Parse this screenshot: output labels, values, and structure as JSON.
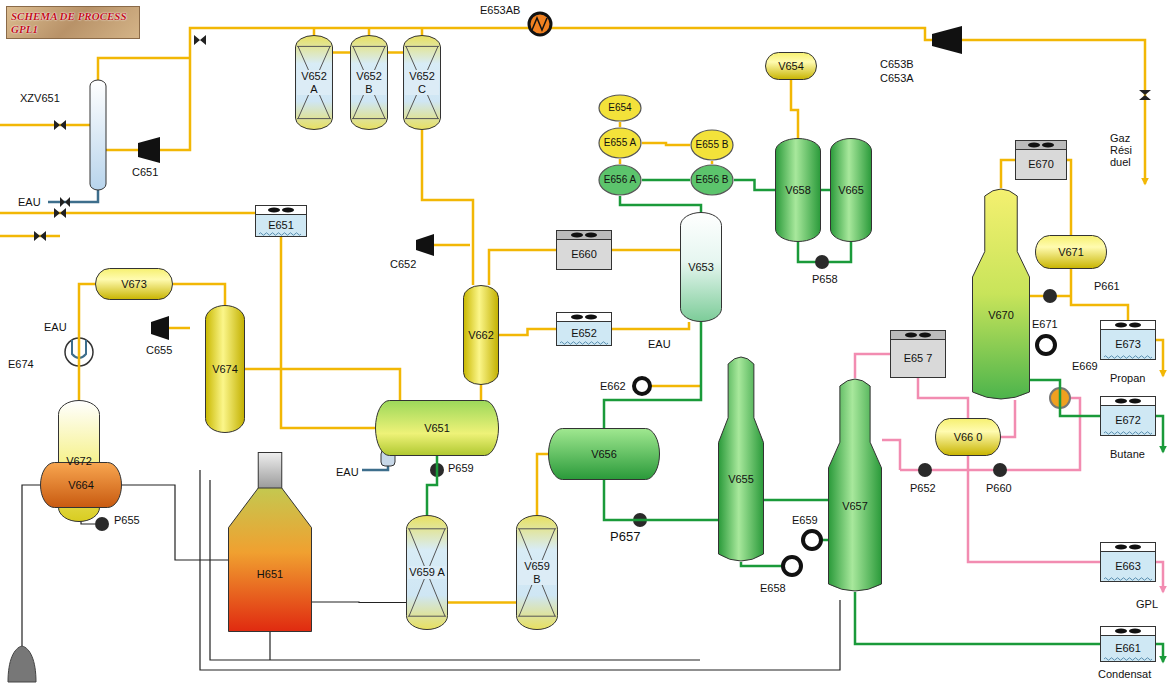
{
  "diagram": {
    "title": "SCHEMA DE PROCESS GPL1",
    "nodes": [
      {
        "text": [
          "V652 A"
        ]
      },
      {
        "text": [
          "V652 B"
        ]
      },
      {
        "text": [
          "V652 C"
        ]
      },
      {
        "text": [
          "E651"
        ]
      },
      {
        "text": [
          "V673"
        ]
      },
      {
        "text": [
          "V674"
        ]
      },
      {
        "text": [
          "V672"
        ]
      },
      {
        "text": [
          "V664"
        ]
      },
      {
        "text": [
          "H651"
        ]
      },
      {
        "text": [
          "V651"
        ]
      },
      {
        "text": [
          "V659 A"
        ]
      },
      {
        "text": [
          "V659 B"
        ]
      },
      {
        "text": [
          "V662"
        ]
      },
      {
        "text": [
          "E660"
        ]
      },
      {
        "text": [
          "E652"
        ]
      },
      {
        "text": [
          "V653"
        ]
      },
      {
        "text": [
          "E654"
        ]
      },
      {
        "text": [
          "E655 A"
        ]
      },
      {
        "text": [
          "E655 B"
        ]
      },
      {
        "text": [
          "E656 A"
        ]
      },
      {
        "text": [
          "E656 B"
        ]
      },
      {
        "text": [
          "V654"
        ]
      },
      {
        "text": [
          "V658"
        ]
      },
      {
        "text": [
          "V665"
        ]
      },
      {
        "text": [
          "V656"
        ]
      },
      {
        "text": [
          "V655"
        ]
      },
      {
        "text": [
          "E65 7"
        ]
      },
      {
        "text": [
          "V657"
        ]
      },
      {
        "text": [
          "V66 0"
        ]
      },
      {
        "text": [
          "E670"
        ]
      },
      {
        "text": [
          "V670"
        ]
      },
      {
        "text": [
          "V671"
        ]
      },
      {
        "text": [
          "E673"
        ]
      },
      {
        "text": [
          "E672"
        ]
      },
      {
        "text": [
          "E663"
        ]
      },
      {
        "text": [
          "E661"
        ]
      }
    ],
    "edges": [
      {
        "from": 0,
        "to": 1,
        "arrow": "none"
      },
      {
        "from": 1,
        "to": 2,
        "arrow": "none"
      },
      {
        "from": 2,
        "to": 12,
        "arrow": "none"
      },
      {
        "from": 3,
        "to": 9,
        "arrow": "none"
      },
      {
        "from": 4,
        "to": 5,
        "arrow": "none"
      },
      {
        "from": 6,
        "to": 4,
        "arrow": "none"
      },
      {
        "from": 5,
        "to": 9,
        "arrow": "none"
      },
      {
        "from": 12,
        "to": 9,
        "arrow": "none"
      },
      {
        "from": 9,
        "to": 10,
        "arrow": "none"
      },
      {
        "from": 10,
        "to": 11,
        "arrow": "none"
      },
      {
        "from": 11,
        "to": 24,
        "arrow": "none"
      },
      {
        "from": 24,
        "to": 25,
        "arrow": "none"
      },
      {
        "from": 25,
        "to": 27,
        "arrow": "none"
      },
      {
        "from": 27,
        "to": 26,
        "arrow": "none"
      },
      {
        "from": 26,
        "to": 28,
        "arrow": "none"
      },
      {
        "from": 28,
        "to": 30,
        "arrow": "none"
      },
      {
        "from": 30,
        "to": 29,
        "arrow": "none"
      },
      {
        "from": 29,
        "to": 31,
        "arrow": "none"
      },
      {
        "from": 31,
        "to": 32,
        "arrow": "none"
      },
      {
        "from": 30,
        "to": 33,
        "arrow": "none"
      },
      {
        "from": 28,
        "to": 34,
        "arrow": "none"
      },
      {
        "from": 27,
        "to": 35,
        "arrow": "none"
      },
      {
        "from": 15,
        "to": 24,
        "arrow": "none"
      },
      {
        "from": 19,
        "to": 15,
        "arrow": "none"
      },
      {
        "from": 16,
        "to": 17,
        "arrow": "none"
      },
      {
        "from": 17,
        "to": 19,
        "arrow": "none"
      },
      {
        "from": 18,
        "to": 20,
        "arrow": "none"
      },
      {
        "from": 20,
        "to": 22,
        "arrow": "none"
      },
      {
        "from": 22,
        "to": 23,
        "arrow": "none"
      },
      {
        "from": 21,
        "to": 22,
        "arrow": "none"
      },
      {
        "from": 13,
        "to": 15,
        "arrow": "none"
      },
      {
        "from": 14,
        "to": 15,
        "arrow": "none"
      },
      {
        "from": 12,
        "to": 14,
        "arrow": "none"
      },
      {
        "from": 12,
        "to": 13,
        "arrow": "none"
      },
      {
        "from": 7,
        "to": 8,
        "arrow": "none"
      },
      {
        "from": 8,
        "to": 10,
        "arrow": "none"
      },
      {
        "from": 17,
        "to": 18,
        "arrow": "none"
      },
      {
        "from": 19,
        "to": 20,
        "arrow": "none"
      }
    ],
    "labels": [
      "XZV651",
      "EAU",
      "C651",
      "EAU",
      "E674",
      "C655",
      "P655",
      "EAU",
      "P659",
      "C652",
      "E653AB",
      "E662",
      "EAU",
      "P657",
      "E658",
      "E659",
      "P658",
      "C653B",
      "C653A",
      "Gaz Rési duel",
      "P652",
      "P660",
      "E671",
      "P661",
      "E669",
      "Propan",
      "Butane",
      "GPL",
      "Condensat"
    ]
  }
}
